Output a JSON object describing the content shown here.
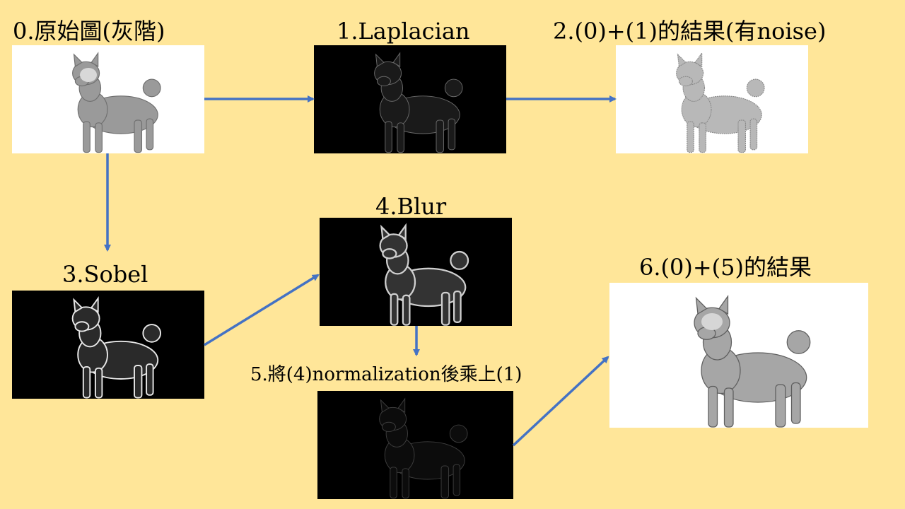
{
  "steps": {
    "s0": "0.原始圖(灰階)",
    "s1": "1.Laplacian",
    "s2": "2.(0)+(1)的結果(有noise)",
    "s3": "3.Sobel",
    "s4": "4.Blur",
    "s5": "5.將(4)normalization後乘上(1)",
    "s6": "6.(0)+(5)的結果"
  },
  "colors": {
    "background": "#FFE699",
    "arrow": "#4472C4"
  }
}
